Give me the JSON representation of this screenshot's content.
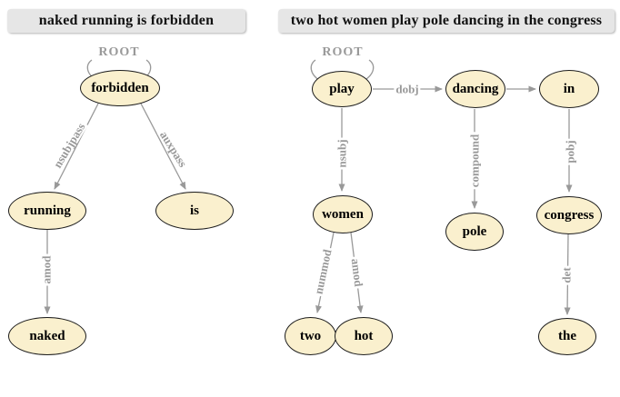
{
  "colors": {
    "node_fill": "#faf0ce",
    "node_border": "#1c1c1c",
    "edge_gray": "#999999",
    "label_gray": "#999999",
    "title_bg": "#e6e6e6",
    "title_text": "#111111"
  },
  "left_panel": {
    "title": "naked running is forbidden",
    "root_label": "ROOT",
    "nodes": {
      "forbidden": "forbidden",
      "running": "running",
      "is": "is",
      "naked": "naked"
    },
    "edge_labels": {
      "nsubjpass": "nsubjpass",
      "auxpass": "auxpass",
      "amod": "amod"
    }
  },
  "right_panel": {
    "title": "two hot women play pole dancing in the congress",
    "root_label": "ROOT",
    "nodes": {
      "play": "play",
      "dancing": "dancing",
      "in": "in",
      "women": "women",
      "pole": "pole",
      "congress": "congress",
      "two": "two",
      "hot": "hot",
      "the": "the"
    },
    "edge_labels": {
      "dobj": "dobj",
      "nsubj": "nsubj",
      "compound": "compound",
      "pobj": "pobj",
      "det": "det",
      "nummod": "nummod",
      "amod": "amod"
    }
  }
}
